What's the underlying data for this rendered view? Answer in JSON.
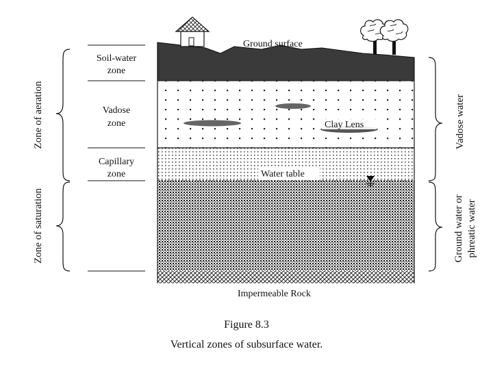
{
  "labels": {
    "ground_surface": "Ground surface",
    "soil_water_zone_1": "Soil-water",
    "soil_water_zone_2": "zone",
    "vadose_zone_1": "Vadose",
    "vadose_zone_2": "zone",
    "capillary_zone_1": "Capillary",
    "capillary_zone_2": "zone",
    "clay_lens": "Clay Lens",
    "water_table": "Water table",
    "impermeable_rock": "Impermeable Rock"
  },
  "left_brackets": {
    "zone_of_aeration": "Zone of aeration",
    "zone_of_saturation": "Zone of saturation"
  },
  "right_brackets": {
    "vadose_water": "Vadose water",
    "ground_water_1": "Ground water or",
    "ground_water_2": "phreatic water"
  },
  "caption": {
    "figure_number": "Figure 8.3",
    "title": "Vertical zones of subsurface water."
  }
}
